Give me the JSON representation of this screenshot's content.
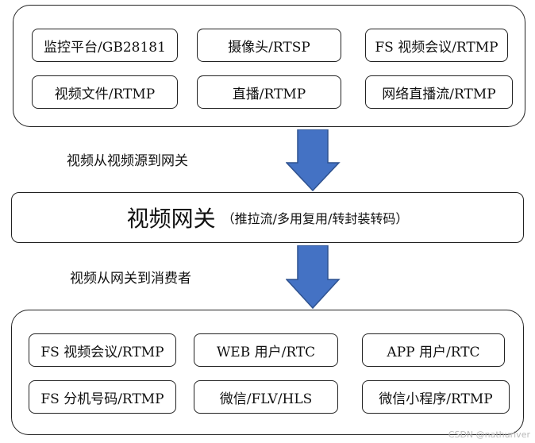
{
  "sources": [
    "监控平台/GB28181",
    "摄像头/RTSP",
    "FS 视频会议/RTMP",
    "视频文件/RTMP",
    "直播/RTMP",
    "网络直播流/RTMP"
  ],
  "flow_in_label": "视频从视频源到网关",
  "gateway": {
    "title": "视频网关",
    "subtitle": "（推拉流/多用复用/转封装转码）"
  },
  "flow_out_label": "视频从网关到消费者",
  "consumers": [
    "FS 视频会议/RTMP",
    "WEB 用户/RTC",
    "APP 用户/RTC",
    "FS 分机号码/RTMP",
    "微信/FLV/HLS",
    "微信小程序/RTMP"
  ],
  "colors": {
    "arrow": "#4472C4",
    "arrow_border": "#2F528F",
    "border": "#222222"
  },
  "watermark": "CSDN @nathuriver"
}
